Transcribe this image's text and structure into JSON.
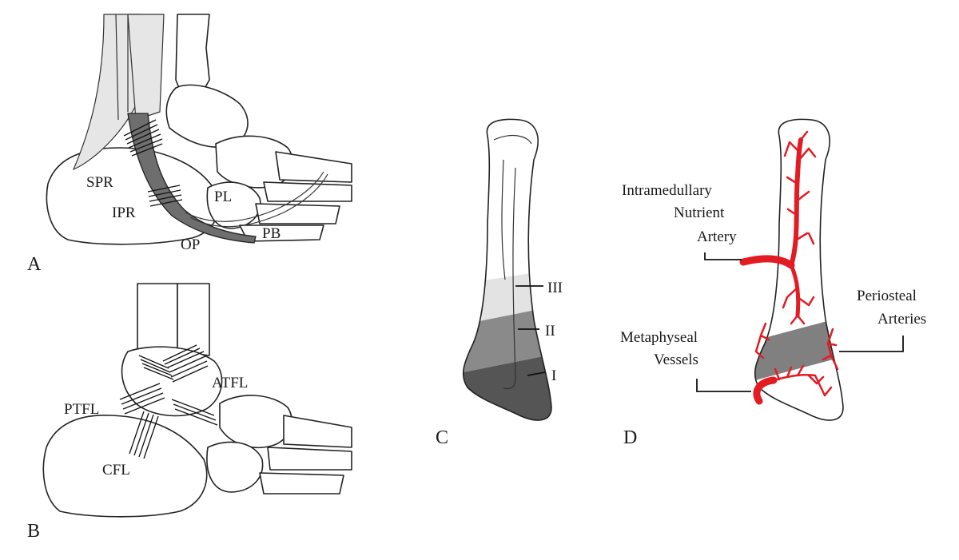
{
  "panels": {
    "a": {
      "letter": "A",
      "labels": {
        "spr": "SPR",
        "ipr": "IPR",
        "pl": "PL",
        "pb": "PB",
        "op": "OP"
      }
    },
    "b": {
      "letter": "B",
      "labels": {
        "ptfl": "PTFL",
        "atfl": "ATFL",
        "cfl": "CFL"
      }
    },
    "c": {
      "letter": "C",
      "zones": {
        "z3": "III",
        "z2": "II",
        "z1": "I"
      }
    },
    "d": {
      "letter": "D",
      "labels": {
        "nutrient_1": "Intramedullary",
        "nutrient_2": "Nutrient",
        "nutrient_3": "Artery",
        "periosteal_1": "Periosteal",
        "periosteal_2": "Arteries",
        "metaphyseal_1": "Metaphyseal",
        "metaphyseal_2": "Vessels"
      }
    }
  },
  "colors": {
    "artery": "#e31b23",
    "tendon_dark": "#6e6e6e",
    "tendon_light": "#e6e6e6",
    "zone_1": "#555555",
    "zone_2": "#8a8a8a",
    "zone_3": "#dcdcdc"
  }
}
